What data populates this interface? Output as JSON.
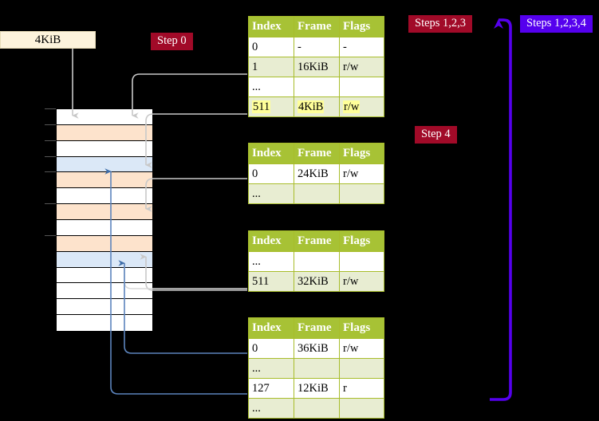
{
  "diagram": {
    "title_absent": true,
    "background_color": "#000000",
    "accent_header": "#a7c235",
    "alt_row": "#e8edd2",
    "highlight": "#ffff99",
    "orange_row": "#fde3cc",
    "blue_row": "#dbe8f7",
    "badge_red": "#a10a28",
    "badge_blue": "#5500ee"
  },
  "labels": {
    "kib_box": "4KiB",
    "step0": "Step 0",
    "steps123": "Steps 1,2,3",
    "steps1234": "Steps 1,2,3,4",
    "step4": "Step 4"
  },
  "tables": [
    {
      "name": "level-4-page-table",
      "headers": [
        "Index",
        "Frame",
        "Flags"
      ],
      "rows": [
        {
          "cells": [
            "0",
            "-",
            "-"
          ],
          "style": "plain",
          "highlight": false
        },
        {
          "cells": [
            "1",
            "16KiB",
            "r/w"
          ],
          "style": "alt",
          "highlight": false
        },
        {
          "cells": [
            "...",
            "",
            ""
          ],
          "style": "plain",
          "highlight": false
        },
        {
          "cells": [
            "511",
            "4KiB",
            "r/w"
          ],
          "style": "alt",
          "highlight": true
        }
      ]
    },
    {
      "name": "level-3-page-table",
      "headers": [
        "Index",
        "Frame",
        "Flags"
      ],
      "rows": [
        {
          "cells": [
            "0",
            "24KiB",
            "r/w"
          ],
          "style": "plain",
          "highlight": false
        },
        {
          "cells": [
            "...",
            "",
            ""
          ],
          "style": "alt",
          "highlight": false
        }
      ]
    },
    {
      "name": "level-2-page-table",
      "headers": [
        "Index",
        "Frame",
        "Flags"
      ],
      "rows": [
        {
          "cells": [
            "...",
            "",
            ""
          ],
          "style": "plain",
          "highlight": false
        },
        {
          "cells": [
            "511",
            "32KiB",
            "r/w"
          ],
          "style": "alt",
          "highlight": false
        }
      ]
    },
    {
      "name": "level-1-page-table",
      "headers": [
        "Index",
        "Frame",
        "Flags"
      ],
      "rows": [
        {
          "cells": [
            "0",
            "36KiB",
            "r/w"
          ],
          "style": "plain",
          "highlight": false
        },
        {
          "cells": [
            "...",
            "",
            ""
          ],
          "style": "alt",
          "highlight": false
        },
        {
          "cells": [
            "127",
            "12KiB",
            "r"
          ],
          "style": "plain",
          "highlight": false
        },
        {
          "cells": [
            "...",
            "",
            ""
          ],
          "style": "alt",
          "highlight": false
        }
      ]
    }
  ],
  "memory_column": {
    "name": "physical-memory-frames",
    "rows": [
      {
        "fill": "white"
      },
      {
        "fill": "orange"
      },
      {
        "fill": "white"
      },
      {
        "fill": "blue"
      },
      {
        "fill": "orange"
      },
      {
        "fill": "white"
      },
      {
        "fill": "orange"
      },
      {
        "fill": "white"
      },
      {
        "fill": "orange"
      },
      {
        "fill": "blue"
      },
      {
        "fill": "white"
      },
      {
        "fill": "white"
      },
      {
        "fill": "white"
      },
      {
        "fill": "white"
      }
    ]
  }
}
